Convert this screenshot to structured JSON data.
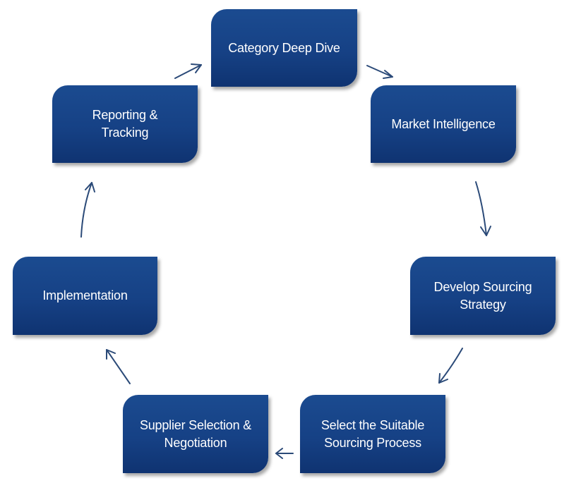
{
  "diagram": {
    "type": "cycle",
    "colors": {
      "box_fill_top": "#1b4b90",
      "box_fill_bottom": "#0f3371",
      "box_text": "#ffffff",
      "arrow": "#2b4a78"
    },
    "steps": [
      {
        "label": "Category Deep Dive"
      },
      {
        "label": "Market Intelligence"
      },
      {
        "label": "Develop Sourcing\nStrategy"
      },
      {
        "label": "Select the Suitable\nSourcing Process"
      },
      {
        "label": "Supplier Selection &\nNegotiation"
      },
      {
        "label": "Implementation"
      },
      {
        "label": "Reporting &\nTracking"
      }
    ],
    "connections": [
      {
        "from": "Category Deep Dive",
        "to": "Market Intelligence"
      },
      {
        "from": "Market Intelligence",
        "to": "Develop Sourcing Strategy"
      },
      {
        "from": "Develop Sourcing Strategy",
        "to": "Select the Suitable Sourcing Process"
      },
      {
        "from": "Select the Suitable Sourcing Process",
        "to": "Supplier Selection & Negotiation"
      },
      {
        "from": "Supplier Selection & Negotiation",
        "to": "Implementation"
      },
      {
        "from": "Implementation",
        "to": "Reporting & Tracking"
      },
      {
        "from": "Reporting & Tracking",
        "to": "Category Deep Dive"
      }
    ]
  }
}
